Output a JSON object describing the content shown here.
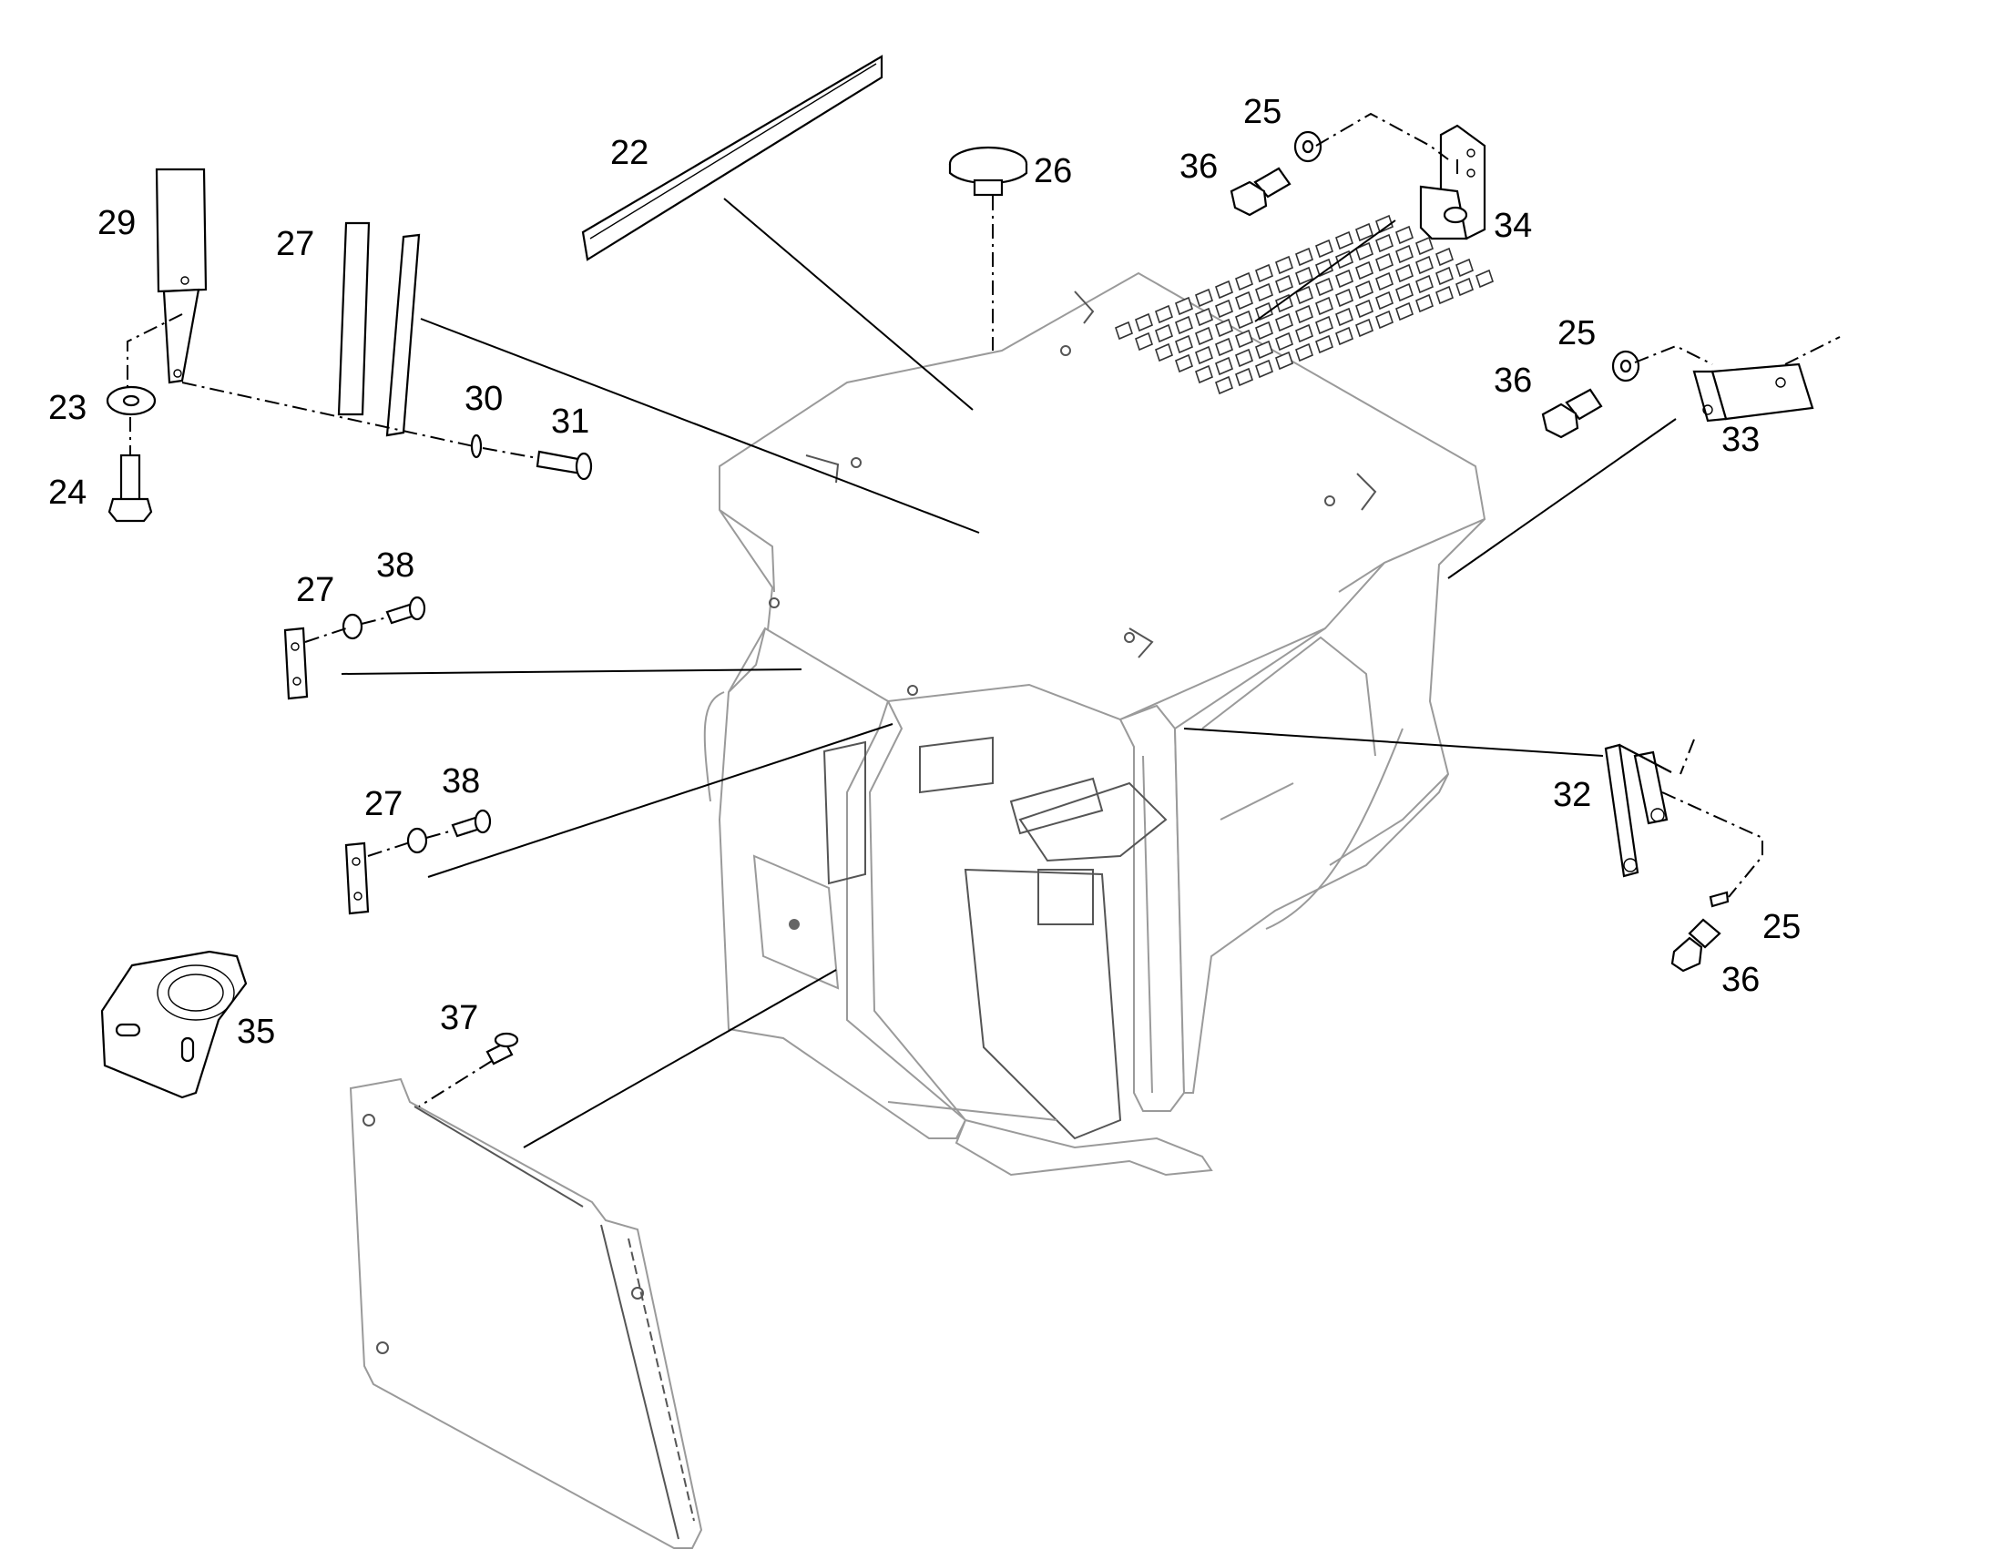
{
  "callouts": [
    {
      "id": "c22",
      "text": "22"
    },
    {
      "id": "c26",
      "text": "26"
    },
    {
      "id": "c25a",
      "text": "25"
    },
    {
      "id": "c36a",
      "text": "36"
    },
    {
      "id": "c34",
      "text": "34"
    },
    {
      "id": "c29",
      "text": "29"
    },
    {
      "id": "c27a",
      "text": "27"
    },
    {
      "id": "c23",
      "text": "23"
    },
    {
      "id": "c24",
      "text": "24"
    },
    {
      "id": "c30",
      "text": "30"
    },
    {
      "id": "c31",
      "text": "31"
    },
    {
      "id": "c25b",
      "text": "25"
    },
    {
      "id": "c36b",
      "text": "36"
    },
    {
      "id": "c33",
      "text": "33"
    },
    {
      "id": "c27b",
      "text": "27"
    },
    {
      "id": "c38a",
      "text": "38"
    },
    {
      "id": "c27c",
      "text": "27"
    },
    {
      "id": "c38b",
      "text": "38"
    },
    {
      "id": "c32",
      "text": "32"
    },
    {
      "id": "c25c",
      "text": "25"
    },
    {
      "id": "c36c",
      "text": "36"
    },
    {
      "id": "c35",
      "text": "35"
    },
    {
      "id": "c37",
      "text": "37"
    }
  ]
}
